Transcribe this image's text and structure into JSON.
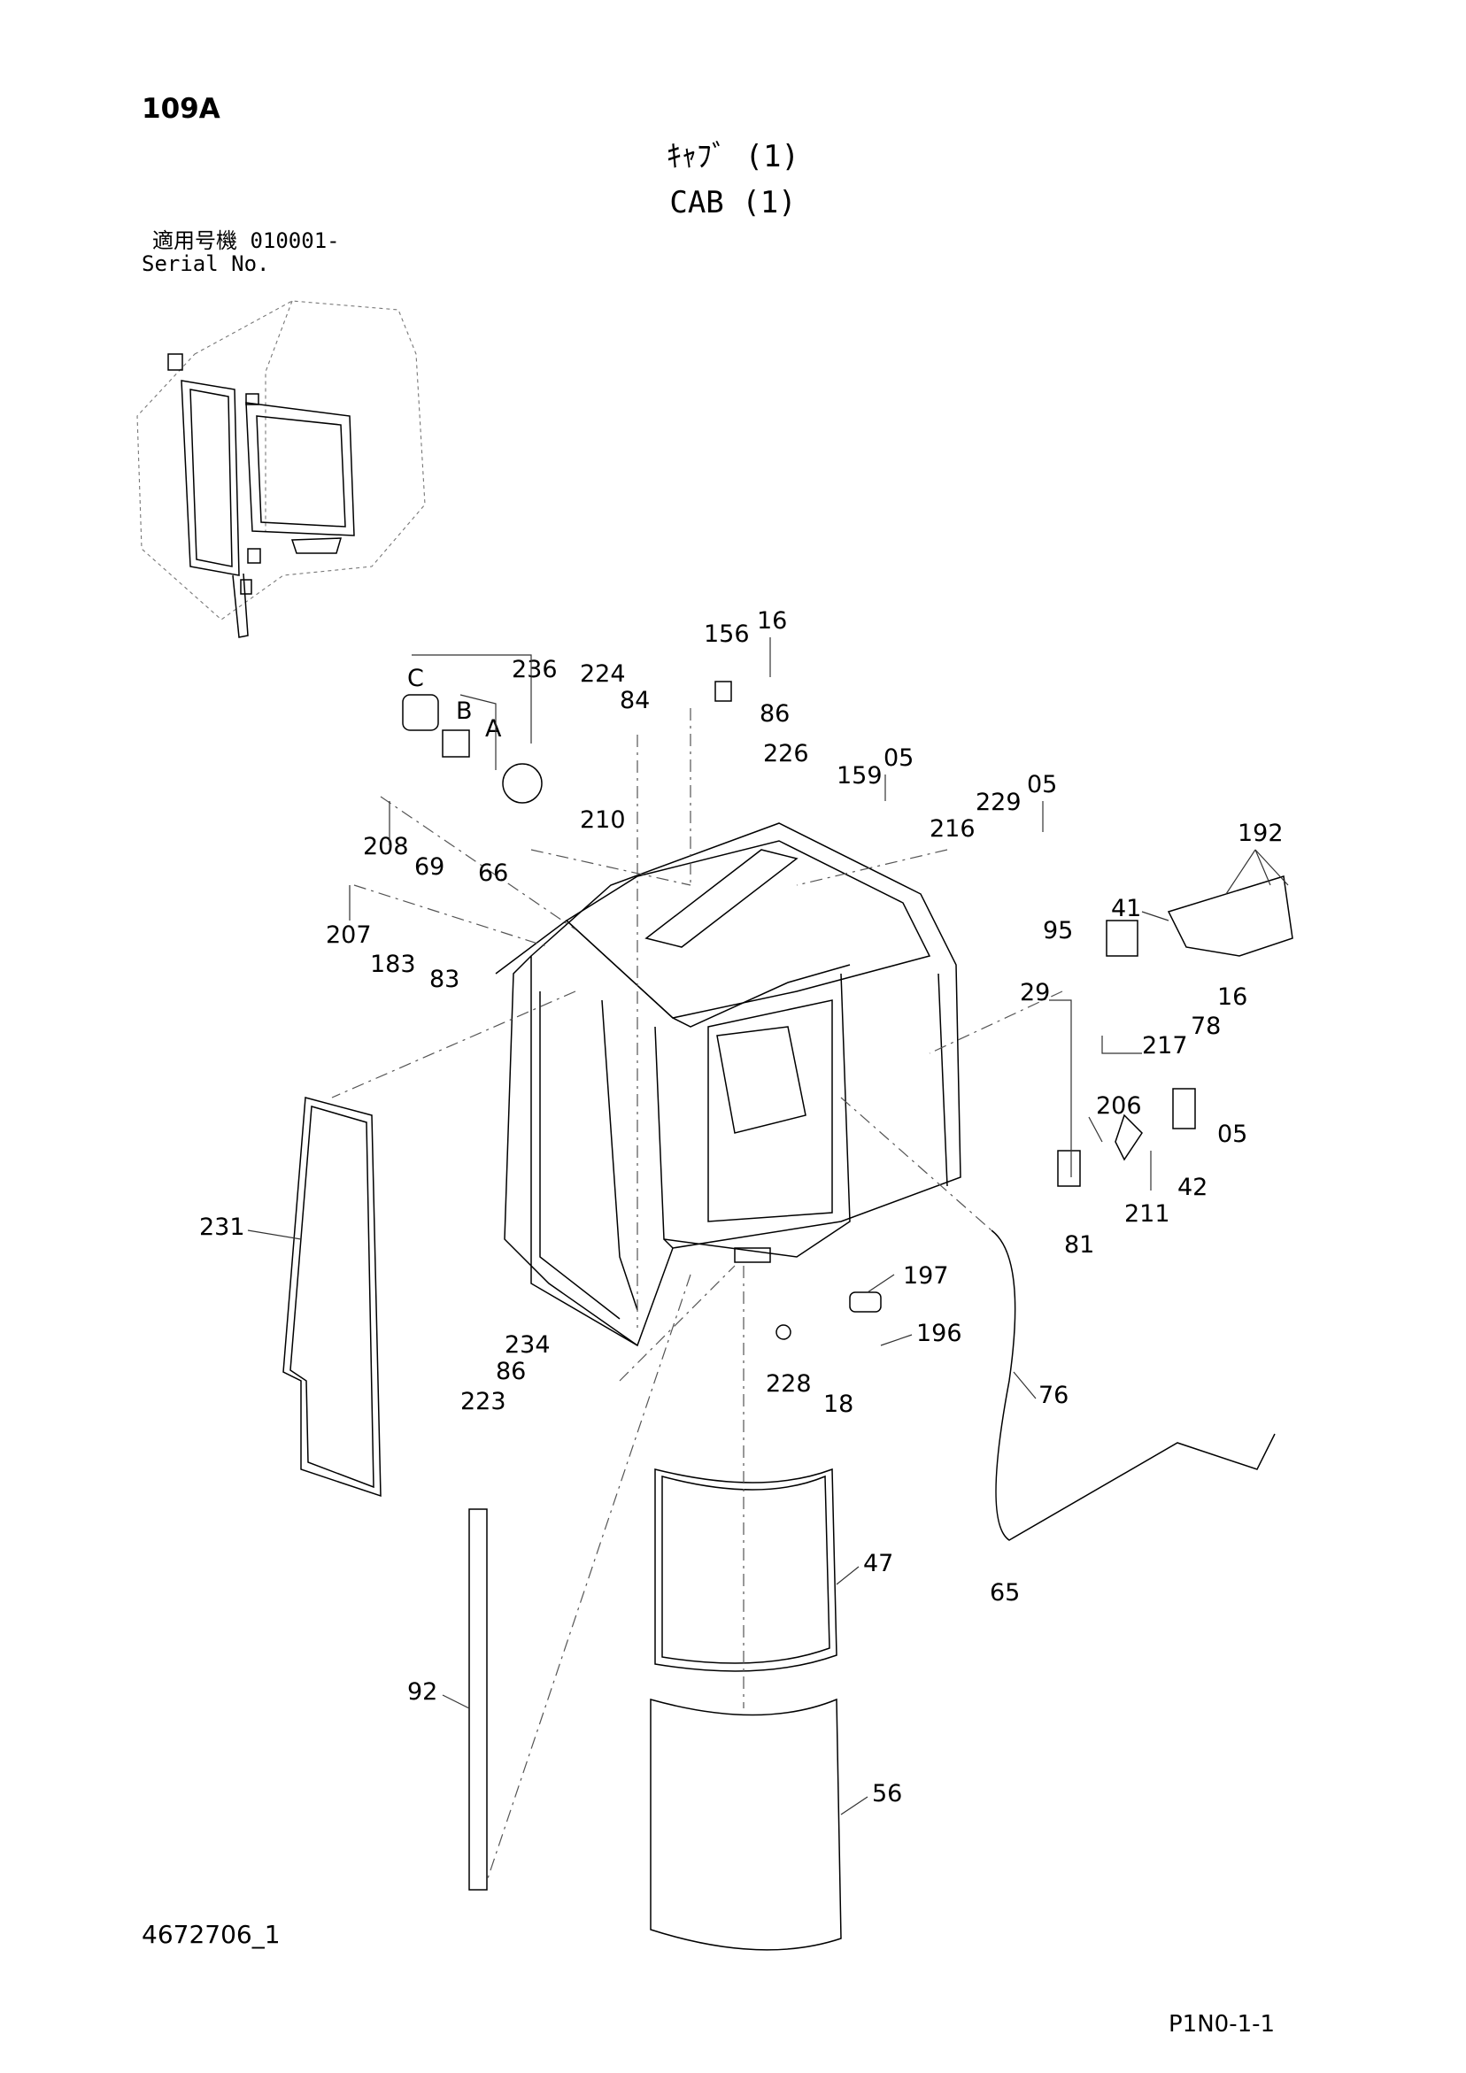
{
  "header": {
    "page_code": "109A",
    "title_jp": "ｷｬﾌﾞ (1)",
    "title_en": "CAB (1)",
    "serial_label_jp": "適用号機  010001-",
    "serial_label_en": "Serial No."
  },
  "footer": {
    "document_number": "4672706_1",
    "page_reference": "P1N0-1-1"
  },
  "callouts": [
    "16",
    "156",
    "236",
    "224",
    "84",
    "86",
    "226",
    "C",
    "B",
    "A",
    "159",
    "05",
    "229",
    "05",
    "210",
    "216",
    "192",
    "208",
    "69",
    "66",
    "41",
    "207",
    "183",
    "83",
    "95",
    "29",
    "16",
    "78",
    "217",
    "206",
    "05",
    "42",
    "211",
    "81",
    "231",
    "197",
    "196",
    "234",
    "86",
    "223",
    "228",
    "18",
    "76",
    "47",
    "65",
    "92",
    "56"
  ]
}
